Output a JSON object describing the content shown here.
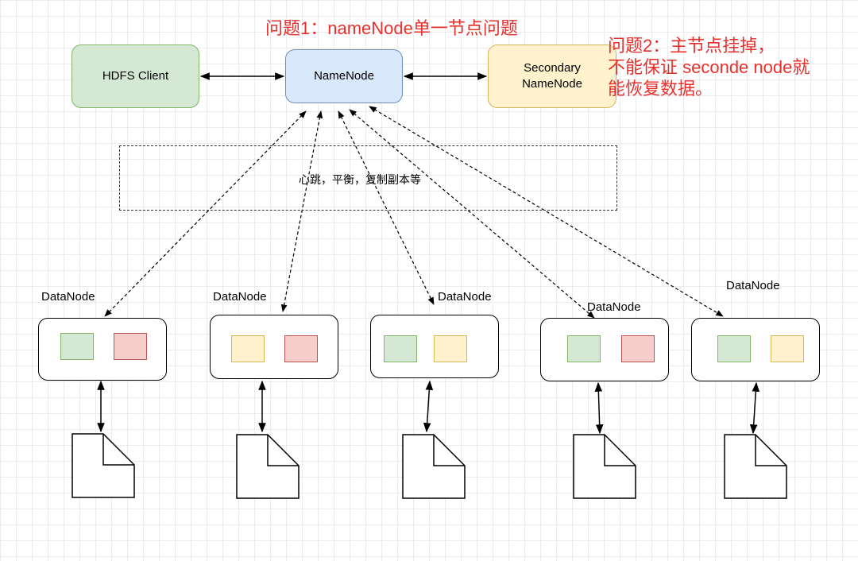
{
  "nodes": {
    "hdfs_client": "HDFS Client",
    "namenode": "NameNode",
    "secondary_line1": "Secondary",
    "secondary_line2": "NameNode"
  },
  "notes": {
    "problem1": "问题1：nameNode单一节点问题",
    "problem2_line1": "问题2：主节点挂掉，",
    "problem2_line2": "不能保证 seconde node就",
    "problem2_line3": "能恢复数据。"
  },
  "heartbeat_label": "心跳，平衡，复制副本等",
  "datanodes": [
    {
      "label": "DataNode",
      "blocks": [
        "green",
        "red"
      ]
    },
    {
      "label": "DataNode",
      "blocks": [
        "yellow",
        "red"
      ]
    },
    {
      "label": "DataNode",
      "blocks": [
        "green",
        "yellow"
      ]
    },
    {
      "label": "DataNode",
      "blocks": [
        "green",
        "red"
      ]
    },
    {
      "label": "DataNode",
      "blocks": [
        "green",
        "yellow"
      ]
    }
  ],
  "colors": {
    "green_fill": "#d5e8d4",
    "green_stroke": "#82b366",
    "blue_fill": "#dae8fc",
    "blue_stroke": "#6c8ebf",
    "yellow_fill": "#fff2cc",
    "yellow_stroke": "#d6b656",
    "red_fill": "#f8cecc",
    "red_stroke": "#b85450",
    "note_text": "#e8302d"
  }
}
